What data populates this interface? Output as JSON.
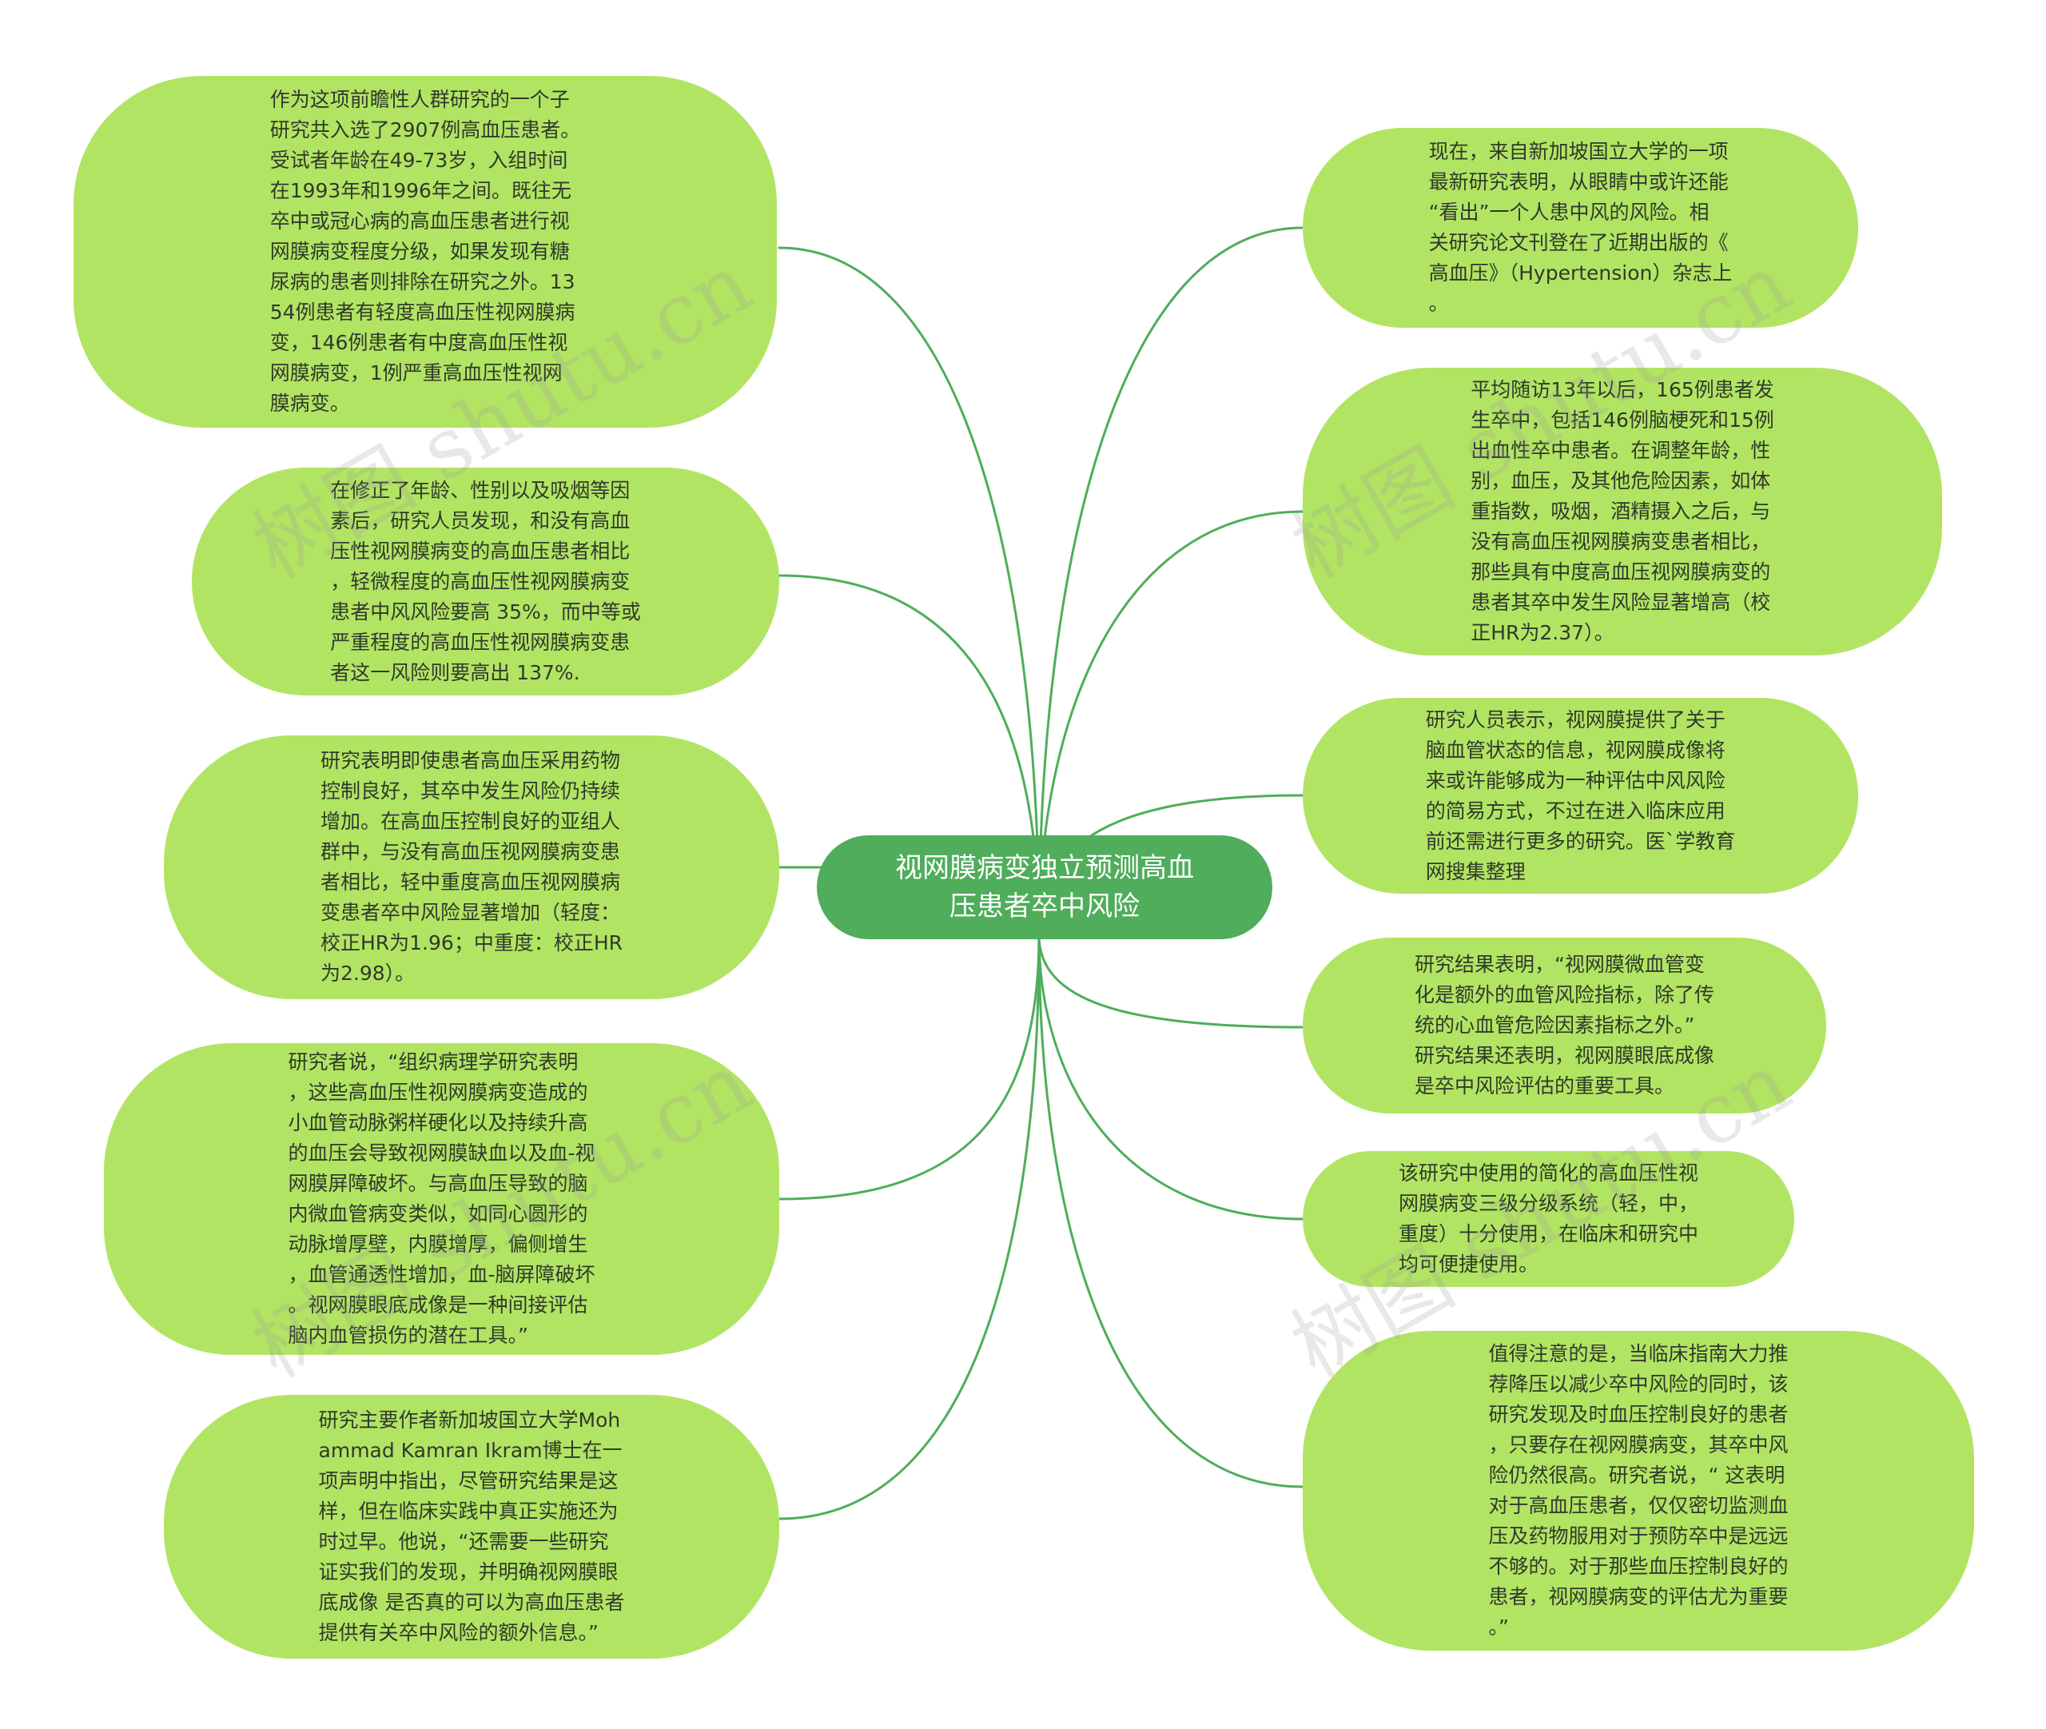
{
  "center": {
    "title": "视网膜病变独立预测高血\n压患者卒中风险"
  },
  "left_nodes": [
    {
      "text": "作为这项前瞻性人群研究的一个子\n研究共入选了2907例高血压患者。\n受试者年龄在49-73岁，入组时间\n在1993年和1996年之间。既往无\n卒中或冠心病的高血压患者进行视\n网膜病变程度分级，如果发现有糖\n尿病的患者则排除在研究之外。13\n54例患者有轻度高血压性视网膜病\n变，146例患者有中度高血压性视\n网膜病变，1例严重高血压性视网\n膜病变。"
    },
    {
      "text": "在修正了年龄、性别以及吸烟等因\n素后，研究人员发现，和没有高血\n压性视网膜病变的高血压患者相比\n，轻微程度的高血压性视网膜病变\n患者中风风险要高 35%，而中等或\n严重程度的高血压性视网膜病变患\n者这一风险则要高出 137%."
    },
    {
      "text": "研究表明即使患者高血压采用药物\n控制良好，其卒中发生风险仍持续\n增加。在高血压控制良好的亚组人\n群中，与没有高血压视网膜病变患\n者相比，轻中重度高血压视网膜病\n变患者卒中风险显著增加（轻度：\n校正HR为1.96；中重度：校正HR\n为2.98）。"
    },
    {
      "text": "研究者说，“组织病理学研究表明\n，这些高血压性视网膜病变造成的\n小血管动脉粥样硬化以及持续升高\n的血压会导致视网膜缺血以及血-视\n网膜屏障破坏。与高血压导致的脑\n内微血管病变类似，如同心圆形的\n动脉增厚壁，内膜增厚，偏侧增生\n，血管通透性增加，血-脑屏障破坏\n。视网膜眼底成像是一种间接评估\n脑内血管损伤的潜在工具。”"
    },
    {
      "text": "研究主要作者新加坡国立大学Moh\nammad Kamran Ikram博士在一\n项声明中指出，尽管研究结果是这\n样，但在临床实践中真正实施还为\n时过早。他说，“还需要一些研究\n证实我们的发现，并明确视网膜眼\n底成像 是否真的可以为高血压患者\n提供有关卒中风险的额外信息。”"
    }
  ],
  "right_nodes": [
    {
      "text": "现在，来自新加坡国立大学的一项\n最新研究表明，从眼睛中或许还能\n“看出”一个人患中风的风险。相\n关研究论文刊登在了近期出版的《\n高血压》（Hypertension）杂志上\n。"
    },
    {
      "text": "平均随访13年以后，165例患者发\n生卒中，包括146例脑梗死和15例\n出血性卒中患者。在调整年龄，性\n别，血压，及其他危险因素，如体\n重指数，吸烟，酒精摄入之后，与\n没有高血压视网膜病变患者相比，\n那些具有中度高血压视网膜病变的\n患者其卒中发生风险显著增高（校\n正HR为2.37）。"
    },
    {
      "text": "研究人员表示，视网膜提供了关于\n脑血管状态的信息，视网膜成像将\n来或许能够成为一种评估中风风险\n的简易方式，不过在进入临床应用\n前还需进行更多的研究。医`学教育\n网搜集整理"
    },
    {
      "text": "研究结果表明，“视网膜微血管变\n化是额外的血管风险指标，除了传\n统的心血管危险因素指标之外。”\n研究结果还表明，视网膜眼底成像\n是卒中风险评估的重要工具。"
    },
    {
      "text": "该研究中使用的简化的高血压性视\n网膜病变三级分级系统（轻，中，\n重度）十分使用，在临床和研究中\n均可便捷使用。"
    },
    {
      "text": "值得注意的是，当临床指南大力推\n荐降压以减少卒中风险的同时，该\n研究发现及时血压控制良好的患者\n，只要存在视网膜病变，其卒中风\n险仍然很高。研究者说，“ 这表明\n对于高血压患者，仅仅密切监测血\n压及药物服用对于预防卒中是远远\n不够的。对于那些血压控制良好的\n患者，视网膜病变的评估尤为重要\n。”"
    }
  ],
  "watermark": {
    "text": "树图 shutu.cn"
  },
  "colors": {
    "node": "#b2e464",
    "center": "#4fad5b",
    "link": "#4fad5b"
  }
}
